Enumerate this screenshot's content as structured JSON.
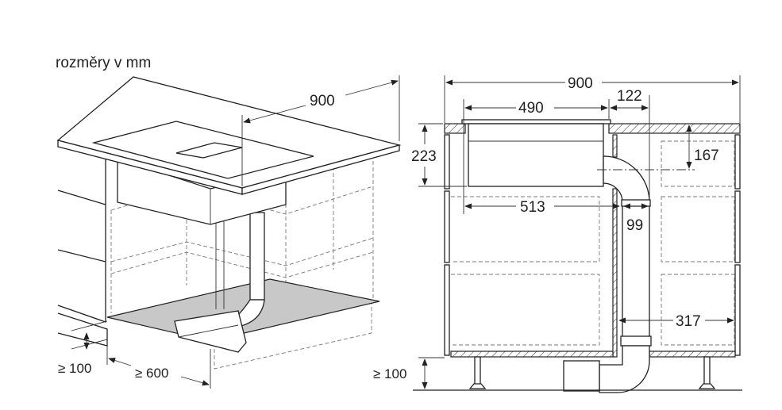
{
  "units_caption": "rozměry v mm",
  "perspective_view": {
    "width_label": "900",
    "plinth_height_label": "≥ 100",
    "depth_label": "≥ 600"
  },
  "section_view": {
    "total_width_label": "900",
    "hob_width_label": "490",
    "offset_label": "122",
    "unit_height_label": "223",
    "axis_height_label": "167",
    "cutout_width_label": "513",
    "duct_width_label": "99",
    "duct_to_wall_label": "317",
    "plinth_height_label": "≥ 100"
  }
}
